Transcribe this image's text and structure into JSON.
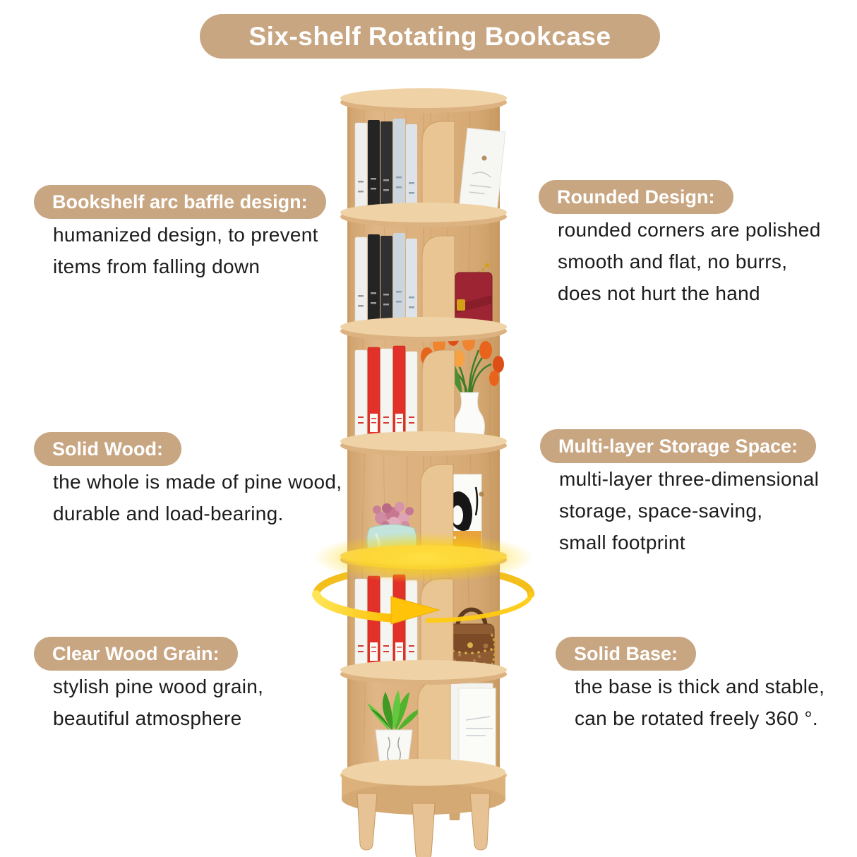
{
  "theme": {
    "accent": "#C8A682",
    "text": "#1C1C1C",
    "background": "#FFFFFF",
    "title_text": "#FFFFFF",
    "arrow_yellow": "#FFC40A",
    "glow_yellow": "#FFD92B",
    "wood_light": "#EFD3A6",
    "wood_mid": "#DDB281",
    "wood_dark": "#C6985F",
    "book_red": "#E23128",
    "handbag_red": "#9C2433",
    "handbag_brown": "#8F5B33",
    "plant_green": "#4FB32C",
    "pot_teal": "#C2E4DB",
    "succulent_pink": "#D08CA3"
  },
  "banner": {
    "title": "Six-shelf Rotating Bookcase"
  },
  "callouts": {
    "left": [
      {
        "heading": "Bookshelf arc baffle design:",
        "lines": [
          "humanized design, to prevent",
          "items from falling down"
        ]
      },
      {
        "heading": "Solid Wood:",
        "lines": [
          "the whole is made of pine wood,",
          "durable and load-bearing."
        ]
      },
      {
        "heading": "Clear Wood Grain:",
        "lines": [
          "stylish pine wood grain,",
          "beautiful atmosphere"
        ]
      }
    ],
    "right": [
      {
        "heading": "Rounded Design:",
        "lines": [
          "rounded corners are polished",
          "smooth and flat, no burrs,",
          "does not hurt the hand"
        ]
      },
      {
        "heading": "Multi-layer Storage Space:",
        "lines": [
          "multi-layer three-dimensional",
          "storage, space-saving,",
          "small footprint"
        ]
      },
      {
        "heading": "Solid Base:",
        "lines": [
          "the base is thick and stable,",
          "can be rotated freely 360 °."
        ]
      }
    ]
  },
  "product": {
    "shelf_count": 6,
    "illustration_items": [
      "pine-wood-rotating-bookcase",
      "book-spines",
      "red-handbag",
      "tulip-bouquet-vase",
      "succulent-pot",
      "art-poster",
      "brown-handbag",
      "potted-green-plant",
      "magazines",
      "rotation-arrow-icon",
      "round-base-with-legs"
    ]
  }
}
